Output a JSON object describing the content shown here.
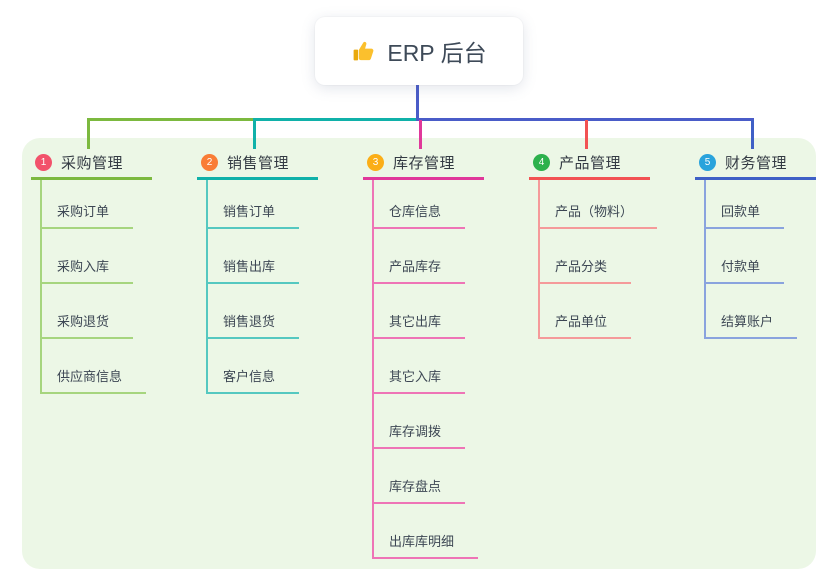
{
  "root": {
    "icon": "thumbs-up-icon",
    "label": "ERP 后台"
  },
  "colors": {
    "canvas_bg": "#ffffff",
    "panel_bg": "#ecf7e6",
    "root_line": "#4a5cc8",
    "root_text": "#3e4a58",
    "heading_text": "#333a43",
    "child_text": "#3d4754"
  },
  "branches": [
    {
      "num": "1",
      "label": "采购管理",
      "badge_color": "#f2526b",
      "line_strong": "#7cb93f",
      "line_light": "#a6d57e",
      "children": [
        "采购订单",
        "采购入库",
        "采购退货",
        "供应商信息"
      ]
    },
    {
      "num": "2",
      "label": "销售管理",
      "badge_color": "#f97d36",
      "line_strong": "#10b1a9",
      "line_light": "#55c8c0",
      "children": [
        "销售订单",
        "销售出库",
        "销售退货",
        "客户信息"
      ]
    },
    {
      "num": "3",
      "label": "库存管理",
      "badge_color": "#fbae17",
      "line_strong": "#e0389a",
      "line_light": "#ee74b6",
      "children": [
        "仓库信息",
        "产品库存",
        "其它出库",
        "其它入库",
        "库存调拨",
        "库存盘点",
        "出库库明细"
      ]
    },
    {
      "num": "4",
      "label": "产品管理",
      "badge_color": "#2cb14c",
      "line_strong": "#f25253",
      "line_light": "#f59a9a",
      "children": [
        "产品（物料）",
        "产品分类",
        "产品单位"
      ]
    },
    {
      "num": "5",
      "label": "财务管理",
      "badge_color": "#29a3dc",
      "line_strong": "#3f60c6",
      "line_light": "#8aa3de",
      "children": [
        "回款单",
        "付款单",
        "结算账户"
      ]
    }
  ]
}
